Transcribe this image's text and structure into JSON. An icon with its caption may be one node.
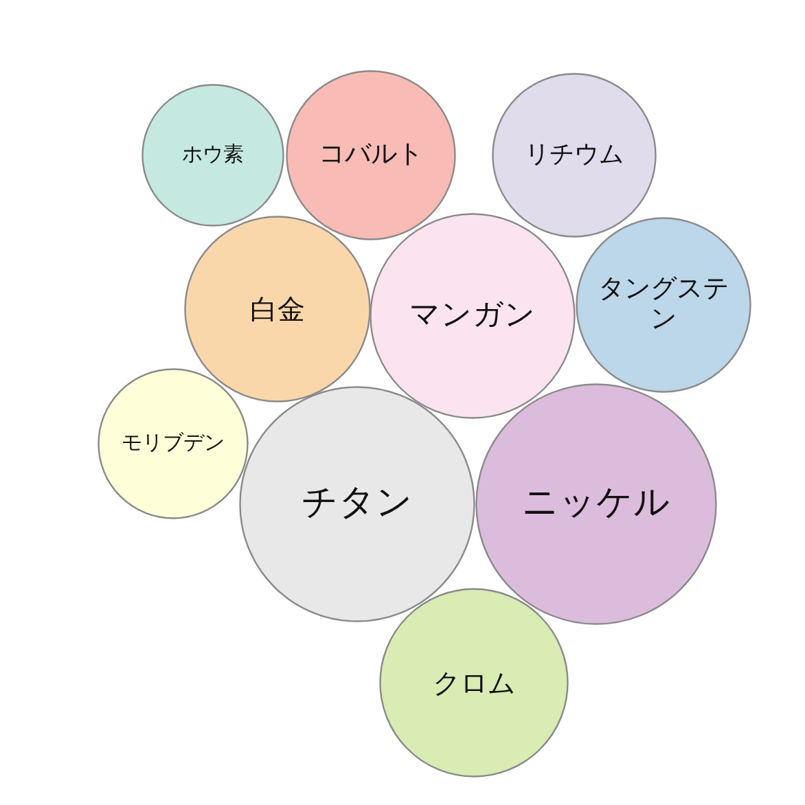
{
  "diagram": {
    "nodes": [
      {
        "text": [
          "ホウ素"
        ]
      },
      {
        "text": [
          "コバルト"
        ]
      },
      {
        "text": [
          "リチウム"
        ]
      },
      {
        "text": [
          "白金"
        ]
      },
      {
        "text": [
          "マンガン"
        ]
      },
      {
        "text": [
          "タングステン"
        ]
      },
      {
        "text": [
          "モリブデン"
        ]
      },
      {
        "text": [
          "チタン"
        ]
      },
      {
        "text": [
          "ニッケル"
        ]
      },
      {
        "text": [
          "クロム"
        ]
      }
    ]
  }
}
